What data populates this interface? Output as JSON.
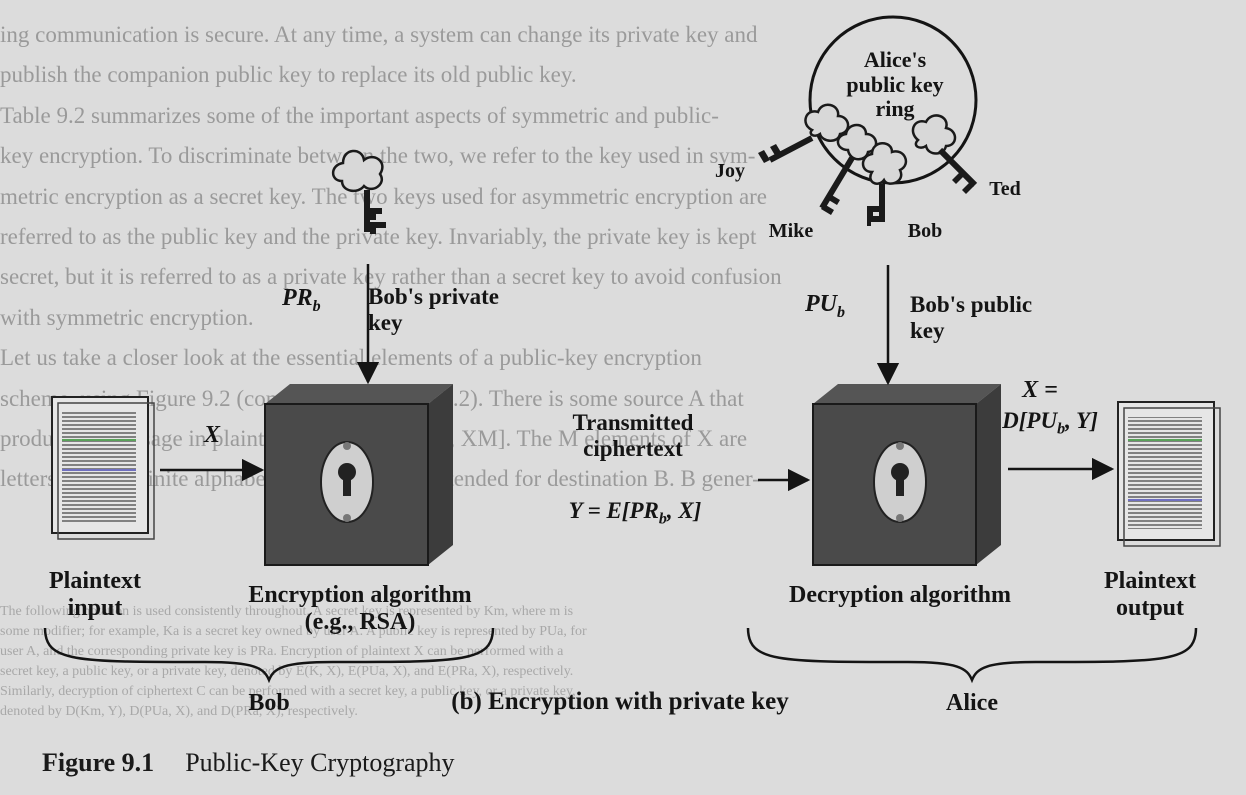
{
  "labels": {
    "plaintext_input": "Plaintext\ninput",
    "encryption_algorithm": "Encryption algorithm\n(e.g., RSA)",
    "transmitted_ciphertext": "Transmitted\nciphertext",
    "decryption_algorithm": "Decryption algorithm",
    "plaintext_output": "Plaintext\noutput",
    "bob_private_key_label": "Bob's private\nkey",
    "bob_public_key_label": "Bob's public\nkey",
    "key_ring_label": "Alice's\npublic key\nring",
    "joy": "Joy",
    "mike": "Mike",
    "bob_key": "Bob",
    "ted": "Ted",
    "bob_brace": "Bob",
    "alice_brace": "Alice",
    "subtitle": "(b) Encryption with private key"
  },
  "math": {
    "x_input": "X",
    "pr_b_base": "PR",
    "pr_b_sub": "b",
    "pu_b_base": "PU",
    "pu_b_sub": "b",
    "y_formula": {
      "pre": "Y = E[",
      "base": "PR",
      "sub": "b",
      "post": ", X]"
    },
    "x_output_line1": "X =",
    "x_output_line2": {
      "pre": "D[",
      "base": "PU",
      "sub": "b",
      "post": ", Y]"
    }
  },
  "caption": {
    "number": "Figure 9.1",
    "title": "Public-Key Cryptography"
  },
  "background_text": [
    "ing communication is secure. At any time, a system can change its private key and",
    "publish the companion public key to replace its old public key.",
    "Table 9.2 summarizes some of the important aspects of symmetric and public-",
    "key encryption. To discriminate between the two, we refer to the key used in sym-",
    "metric encryption as a secret key. The two keys used for asymmetric encryption are",
    "referred to as the public key and the private key. Invariably, the private key is kept",
    "secret, but it is referred to as a private key rather than a secret key to avoid confusion",
    "with symmetric encryption.",
    "Let us take a closer look at the essential elements of a public-key encryption",
    "scheme, using Figure 9.2 (compare with Figure 3.2). There is some source A that",
    "produces a message in plaintext, X = [X1, X2, ..., XM]. The M elements of X are",
    "letters in some finite alphabet. The message is intended for destination B. B gener-"
  ],
  "background_small": [
    "The following notation is used consistently throughout. A secret key is represented by Km, where m is",
    "some modifier; for example, Ka is a secret key owned by user A. A public key is represented by PUa, for",
    "user A, and the corresponding private key is PRa. Encryption of plaintext X can be performed with a",
    "secret key, a public key, or a private key, denoted by E(K, X), E(PUa, X), and E(PRa, X), respectively.",
    "Similarly, decryption of ciphertext C can be performed with a secret key, a public key, or a private key,",
    "denoted by D(Km, Y), D(PUa, X), and D(PRa, X), respectively."
  ],
  "colors": {
    "background": "#dcdcdc",
    "ink": "#141414",
    "faded_text": "#9a9a9a"
  }
}
